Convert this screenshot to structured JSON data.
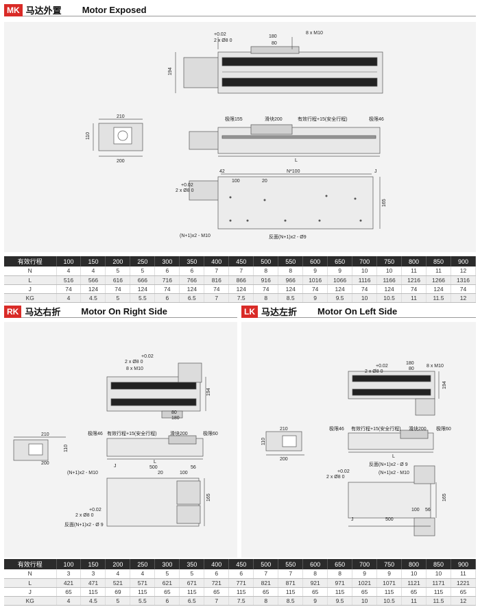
{
  "mk": {
    "code": "MK",
    "cn": "马达外置",
    "en": "Motor Exposed",
    "dims": {
      "tol": "+0.02",
      "pin": "2 x Ø8  0",
      "d180": "180",
      "d80": "80",
      "m10": "8 x M10",
      "d194": "194",
      "d210": "210",
      "d110": "110",
      "d200": "200",
      "lim155": "极限155",
      "slide200": "滑块200",
      "stroke": "有效行程+15(安全行程)",
      "lim46": "极限46",
      "L": "L",
      "d42": "42",
      "n100": "N*100",
      "J": "J",
      "d100": "100",
      "d20": "20",
      "d165": "165",
      "nm10": "(N+1)x2 - M10",
      "back9": "反面(N+1)x2 - Ø9"
    },
    "table": {
      "header": [
        "有效行程",
        "100",
        "150",
        "200",
        "250",
        "300",
        "350",
        "400",
        "450",
        "500",
        "550",
        "600",
        "650",
        "700",
        "750",
        "800",
        "850",
        "900"
      ],
      "rows": [
        [
          "N",
          "4",
          "4",
          "5",
          "5",
          "6",
          "6",
          "7",
          "7",
          "8",
          "8",
          "9",
          "9",
          "10",
          "10",
          "11",
          "11",
          "12"
        ],
        [
          "L",
          "516",
          "566",
          "616",
          "666",
          "716",
          "766",
          "816",
          "866",
          "916",
          "966",
          "1016",
          "1066",
          "1116",
          "1166",
          "1216",
          "1266",
          "1316"
        ],
        [
          "J",
          "74",
          "124",
          "74",
          "124",
          "74",
          "124",
          "74",
          "124",
          "74",
          "124",
          "74",
          "124",
          "74",
          "124",
          "74",
          "124",
          "74"
        ],
        [
          "KG",
          "4",
          "4.5",
          "5",
          "5.5",
          "6",
          "6.5",
          "7",
          "7.5",
          "8",
          "8.5",
          "9",
          "9.5",
          "10",
          "10.5",
          "11",
          "11.5",
          "12"
        ]
      ]
    }
  },
  "rk": {
    "code": "RK",
    "cn": "马达右折",
    "en": "Motor On Right Side",
    "dims": {
      "tol": "+0.02",
      "pin": "2 x Ø8  0",
      "m10": "8 x M10",
      "d194": "194",
      "d80": "80",
      "d180": "180",
      "d210": "210",
      "d110": "110",
      "d200": "200",
      "lim46": "极限46",
      "stroke": "有效行程+15(安全行程)",
      "slide200": "滑块200",
      "lim60": "极限60",
      "L": "L",
      "J": "J",
      "d500": "500",
      "d56": "56",
      "nm10": "(N+1)x2 - M10",
      "d20": "20",
      "d100": "100",
      "d165": "165",
      "back9": "反面(N+1)x2 - Ø 9"
    }
  },
  "lk": {
    "code": "LK",
    "cn": "马达左折",
    "en": "Motor On Left Side",
    "dims": {
      "tol": "+0.02",
      "pin": "2 x Ø8  0",
      "d180": "180",
      "d80": "80",
      "m10": "8 x M10",
      "d194": "194",
      "d210": "210",
      "d110": "110",
      "d200": "200",
      "lim46": "极限46",
      "stroke": "有效行程+15(安全行程)",
      "slide200": "滑块200",
      "lim60": "极限60",
      "L": "L",
      "back9": "反面(N+1)x2 - Ø 9",
      "nm10": "(N+1)x2 - M10",
      "d165": "165",
      "d100": "100",
      "d56": "56",
      "d500": "500",
      "J": "J"
    }
  },
  "bottom_table": {
    "header": [
      "有效行程",
      "100",
      "150",
      "200",
      "250",
      "300",
      "350",
      "400",
      "450",
      "500",
      "550",
      "600",
      "650",
      "700",
      "750",
      "800",
      "850",
      "900"
    ],
    "rows": [
      [
        "N",
        "3",
        "3",
        "4",
        "4",
        "5",
        "5",
        "6",
        "6",
        "7",
        "7",
        "8",
        "8",
        "9",
        "9",
        "10",
        "10",
        "11"
      ],
      [
        "L",
        "421",
        "471",
        "521",
        "571",
        "621",
        "671",
        "721",
        "771",
        "821",
        "871",
        "921",
        "971",
        "1021",
        "1071",
        "1121",
        "1171",
        "1221"
      ],
      [
        "J",
        "65",
        "115",
        "69",
        "115",
        "65",
        "115",
        "65",
        "115",
        "65",
        "115",
        "65",
        "115",
        "65",
        "115",
        "65",
        "115",
        "65"
      ],
      [
        "KG",
        "4",
        "4.5",
        "5",
        "5.5",
        "6",
        "6.5",
        "7",
        "7.5",
        "8",
        "8.5",
        "9",
        "9.5",
        "10",
        "10.5",
        "11",
        "11.5",
        "12"
      ]
    ]
  }
}
